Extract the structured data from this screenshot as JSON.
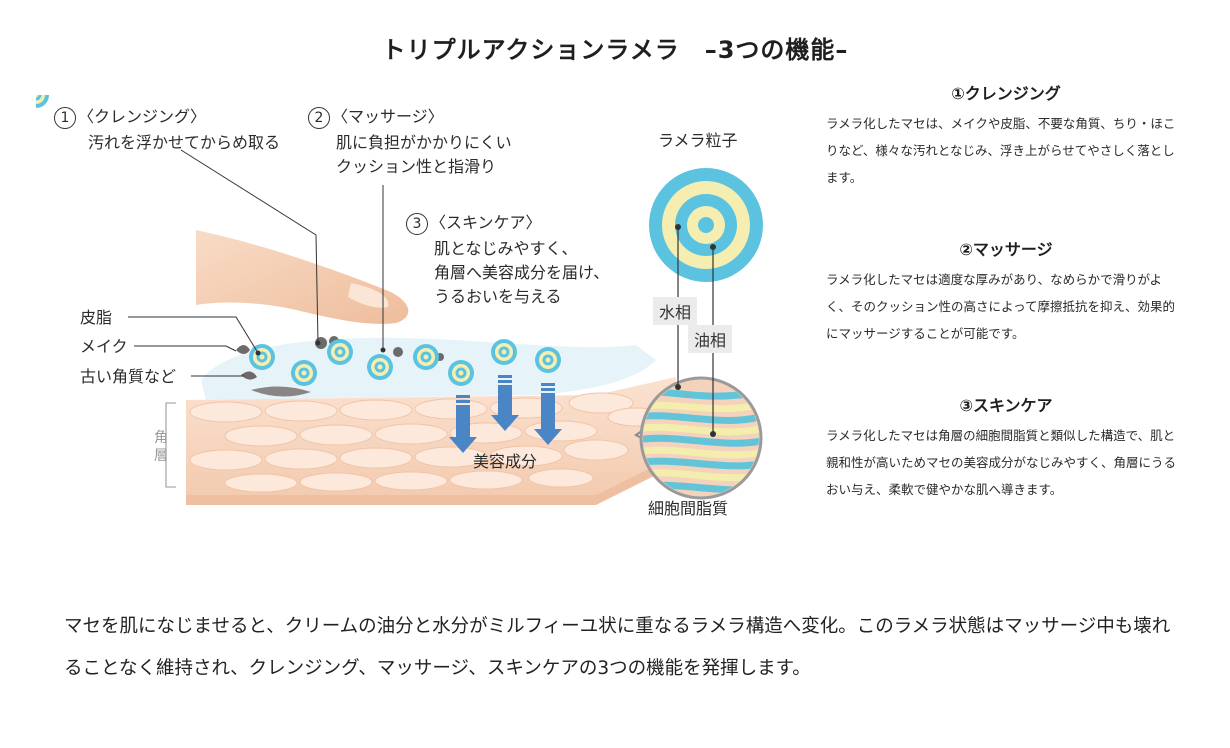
{
  "title": "トリプルアクションラメラ　–3つの機能–",
  "diagram": {
    "label_1_head": "〈クレンジング〉",
    "label_1_num": "1",
    "label_1_desc": "汚れを浮かせてからめ取る",
    "label_2_head": "〈マッサージ〉",
    "label_2_num": "2",
    "label_2_desc1": "肌に負担がかかりにくい",
    "label_2_desc2": "クッション性と指滑り",
    "label_3_head": "〈スキンケア〉",
    "label_3_num": "3",
    "label_3_desc1": "肌となじみやすく、",
    "label_3_desc2": "角層へ美容成分を届け、",
    "label_3_desc3": "うるおいを与える",
    "sebum": "皮脂",
    "makeup": "メイク",
    "old_keratin": "古い角質など",
    "stratum": "角層",
    "beauty_ingredient": "美容成分",
    "lamellar_particle": "ラメラ粒子",
    "water_phase": "水相",
    "oil_phase": "油相",
    "intercellular_lipid": "細胞間脂質"
  },
  "side": {
    "s1_title": "①クレンジング",
    "s1_text": "ラメラ化したマセは、メイクや皮脂、不要な角質、ちり・ほこりなど、様々な汚れとなじみ、浮き上がらせてやさしく落とします。",
    "s2_title": "②マッサージ",
    "s2_text": "ラメラ化したマセは適度な厚みがあり、なめらかで滑りがよく、そのクッション性の高さによって摩擦抵抗を抑え、効果的にマッサージすることが可能です。",
    "s3_title": "③スキンケア",
    "s3_text": "ラメラ化したマセは角層の細胞間脂質と類似した構造で、肌と親和性が高いためマセの美容成分がなじみやすく、角層にうるおい与え、柔軟で健やかな肌へ導きます。"
  },
  "bottom_text": "マセを肌になじませると、クリームの油分と水分がミルフィーユ状に重なるラメラ構造へ変化。このラメラ状態はマッサージ中も壊れることなく維持され、クレンジング、マッサージ、スキンケアの3つの機能を発揮します。",
  "colors": {
    "skin": "#f7d9c4",
    "skin_cell": "#fbe7da",
    "finger": "#f2c9ab",
    "cream": "#e6f3f8",
    "particle_outer": "#5bc3e0",
    "particle_yellow": "#f5eeb0",
    "arrow": "#4a86c6"
  }
}
